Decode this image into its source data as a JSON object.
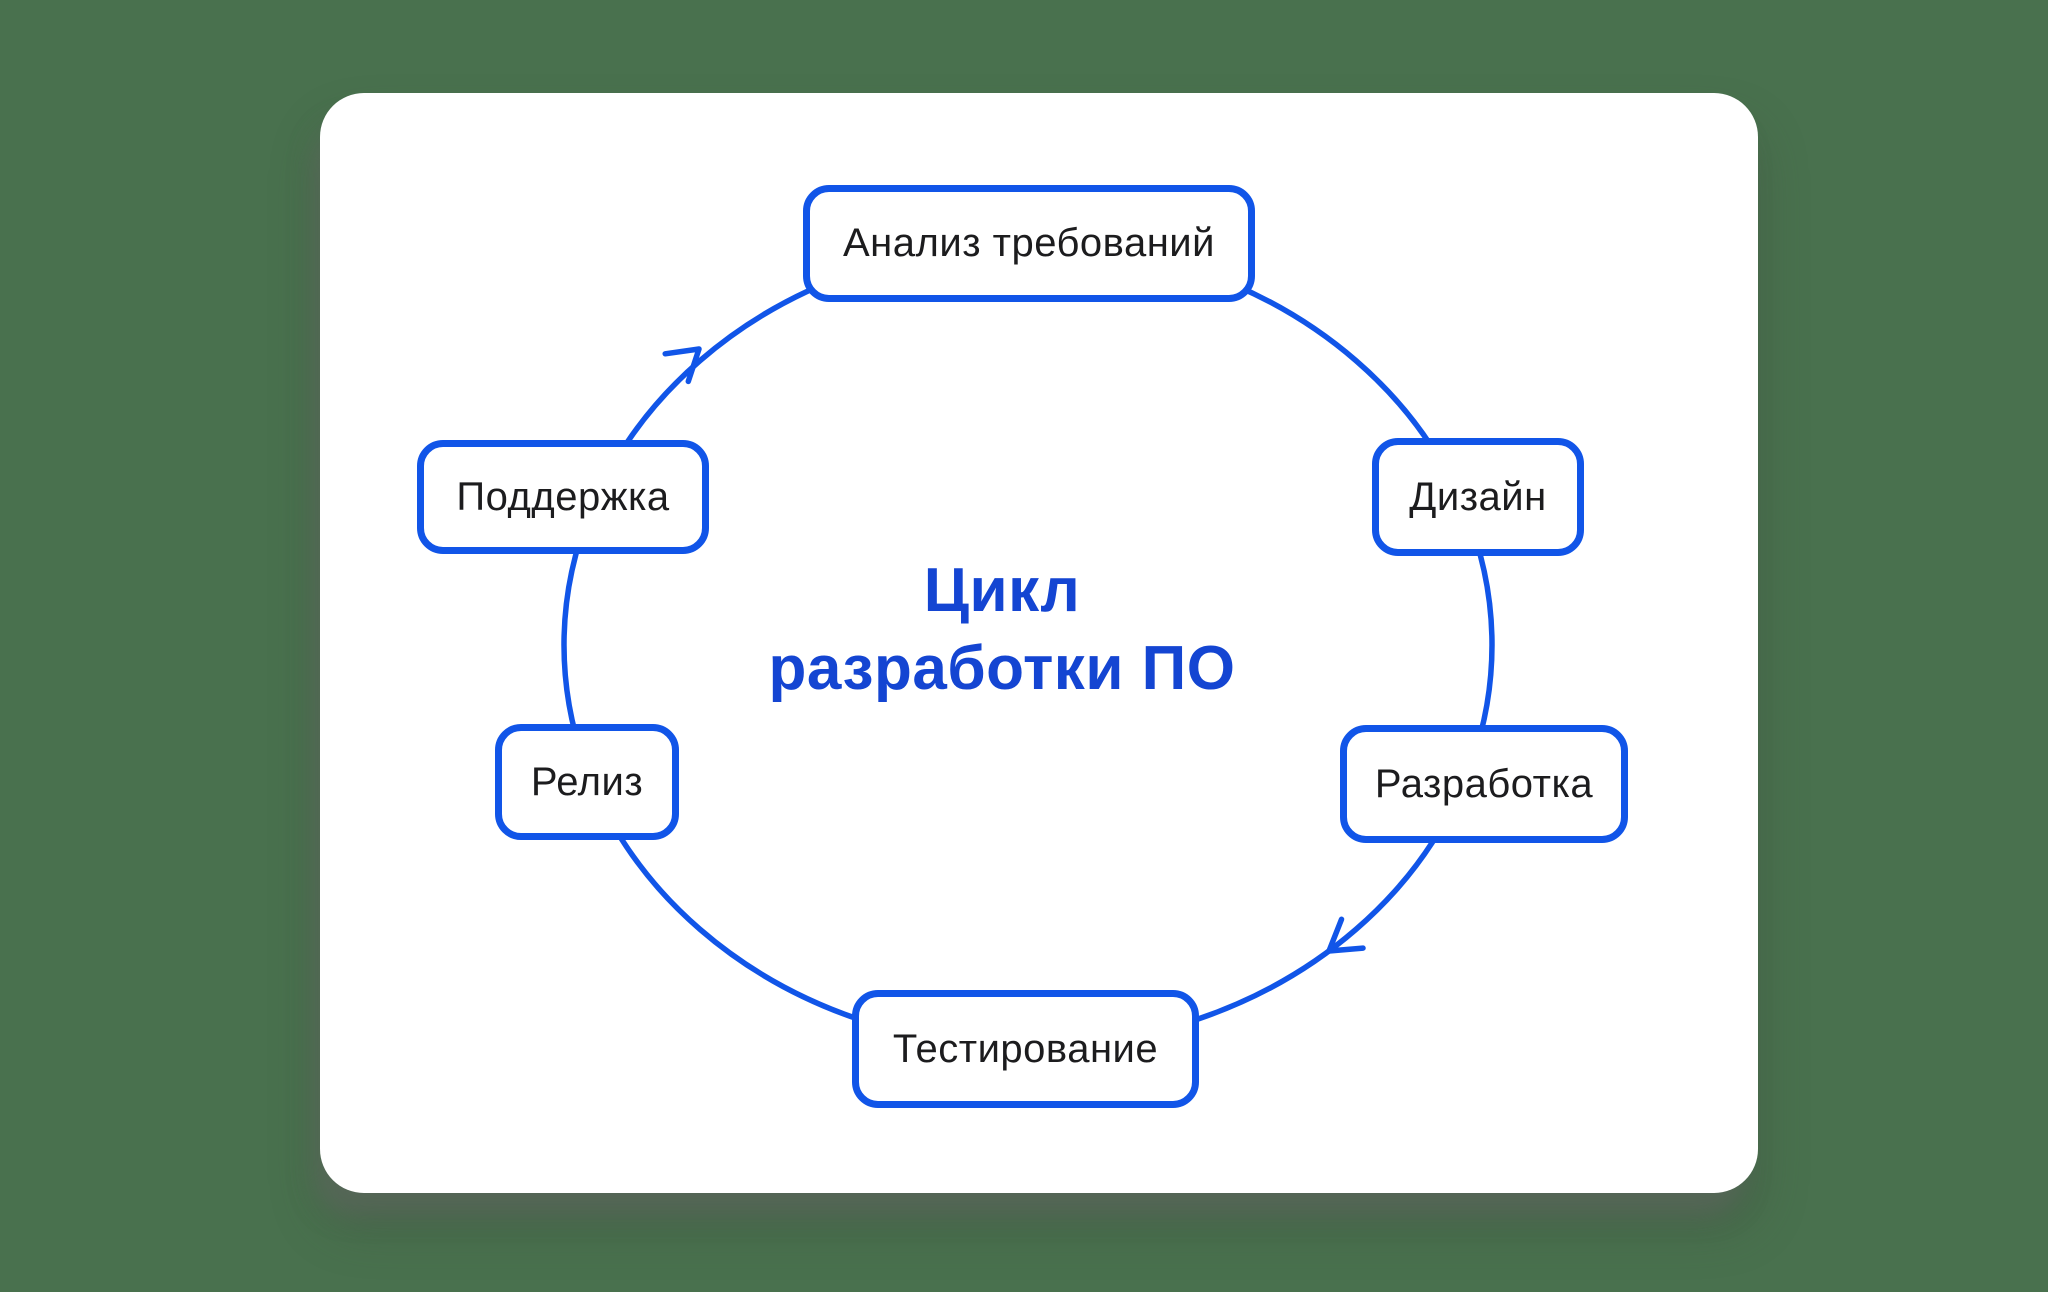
{
  "diagram": {
    "title": "Цикл разработки ПО",
    "title_lines": [
      "Цикл",
      "разработки ПО"
    ],
    "nodes": [
      {
        "id": "requirements-analysis",
        "label": "Анализ требований",
        "position": "top"
      },
      {
        "id": "design",
        "label": "Дизайн",
        "position": "upper-right"
      },
      {
        "id": "development",
        "label": "Разработка",
        "position": "lower-right"
      },
      {
        "id": "testing",
        "label": "Тестирование",
        "position": "bottom"
      },
      {
        "id": "release",
        "label": "Релиз",
        "position": "lower-left"
      },
      {
        "id": "support",
        "label": "Поддержка",
        "position": "upper-left"
      }
    ],
    "flow_direction": "clockwise",
    "arrows": [
      "clockwise-arrow-top-left",
      "clockwise-arrow-bottom-right"
    ],
    "colors": {
      "background": "#49714e",
      "card": "#ffffff",
      "node_border": "#1155e8",
      "ellipse_stroke": "#1155e8",
      "title_text": "#1445d2",
      "node_text": "#1c1c1e"
    }
  }
}
